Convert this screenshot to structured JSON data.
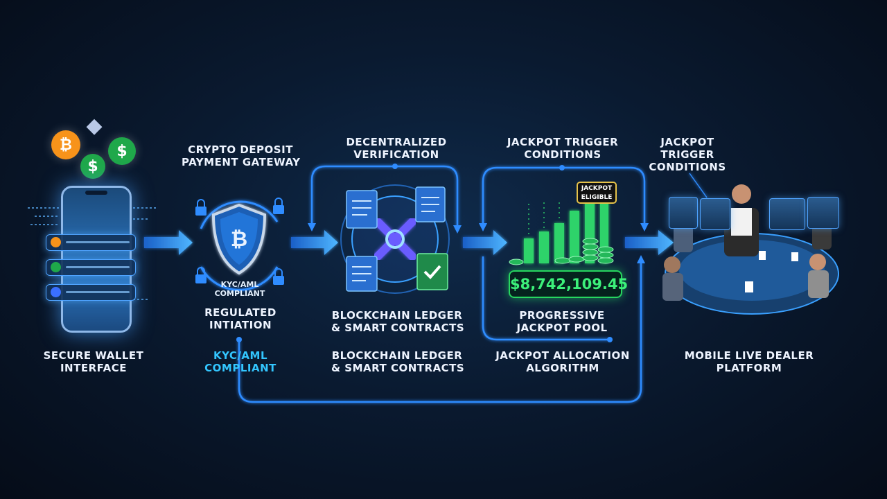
{
  "steps": {
    "wallet": {
      "line1": "SECURE WALLET",
      "line2": "INTERFACE"
    },
    "gateway": {
      "line1": "CRYPTO DEPOSIT",
      "line2": "PAYMENT GATEWAY"
    },
    "kyc_badge": {
      "line1": "KYC/AML",
      "line2": "COMPLIANT"
    },
    "regulated": {
      "line1": "REGULATED",
      "line2": "INTIATION"
    },
    "kyc_bottom": {
      "line1": "KYC/AML",
      "line2": "COMPLIANT"
    },
    "verification": {
      "line1": "DECENTRALIZED",
      "line2": "VERIFICATION"
    },
    "ledger1": {
      "line1": "BLOCKCHAIN LEDGER",
      "line2": "& SMART CONTRACTS"
    },
    "ledger2": {
      "line1": "BLOCKCHAIN LEDGER",
      "line2": "& SMART CONTRACTS"
    },
    "trigger1": {
      "line1": "JACKPOT TRIGGER",
      "line2": "CONDITIONS"
    },
    "trigger2": {
      "line1": "JACKPOT",
      "line2": "TRIGGER",
      "line3": "CONDITIONS"
    },
    "pool": {
      "line1": "PROGRESSIVE",
      "line2": "JACKPOT POOL"
    },
    "allocation": {
      "line1": "JACKPOT ALLOCATION",
      "line2": "ALGORITHM"
    },
    "dealer": {
      "line1": "MOBILE LIVE DEALER",
      "line2": "PLATFORM"
    }
  },
  "jackpot": {
    "badge_line1": "JACKPOT",
    "badge_line2": "ELIGIBLE",
    "amount": "$8,742,109.45"
  },
  "icons": {
    "bitcoin_symbol": "₿",
    "dollar_symbol": "$",
    "ethereum_symbol": "◆"
  },
  "colors": {
    "accent_blue": "#2f8cff",
    "accent_cyan": "#33c6ff",
    "accent_green": "#27d65f",
    "bitcoin_orange": "#f7931a",
    "dollar_green": "#1fa84a"
  }
}
